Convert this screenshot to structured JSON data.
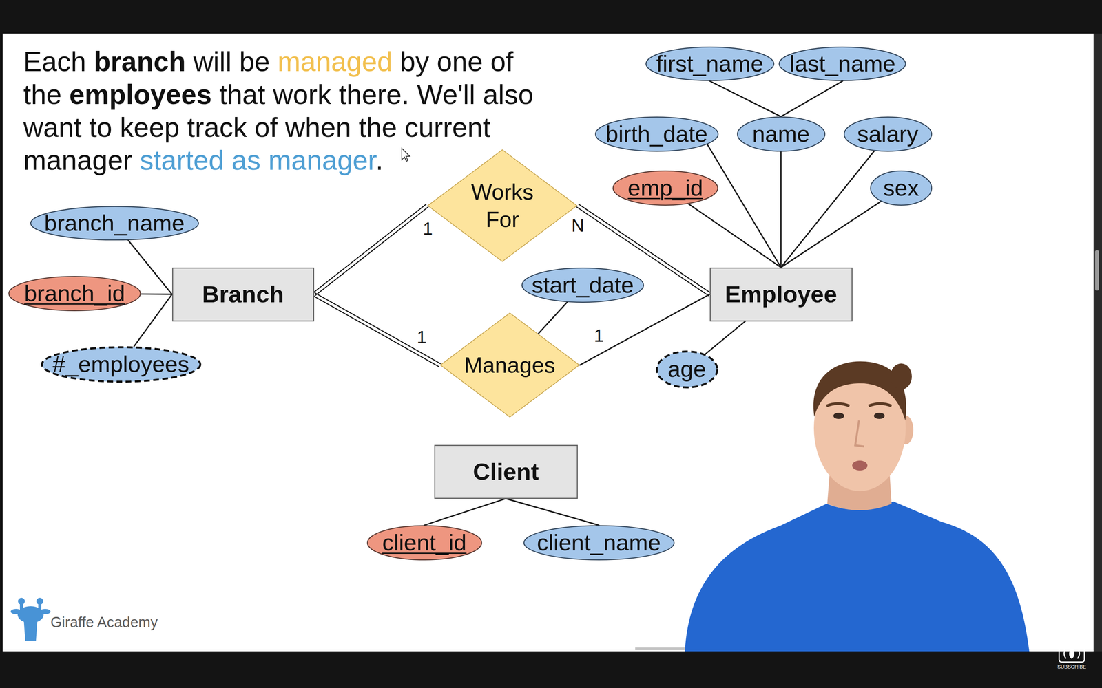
{
  "diagram": {
    "title": "Each branch will be managed by one of the employees that work there. We'll also want to keep track of when the current manager started as manager.",
    "nodes": [
      {
        "text": [
          "first_name"
        ]
      },
      {
        "text": [
          "last_name"
        ]
      },
      {
        "text": [
          "birth_date"
        ]
      },
      {
        "text": [
          "name"
        ]
      },
      {
        "text": [
          "salary"
        ]
      },
      {
        "text": [
          "emp_id"
        ]
      },
      {
        "text": [
          "sex"
        ]
      },
      {
        "text": [
          "Works For"
        ]
      },
      {
        "text": [
          "branch_name"
        ]
      },
      {
        "text": [
          "start_date"
        ]
      },
      {
        "text": [
          "branch_id"
        ]
      },
      {
        "text": [
          "Branch"
        ]
      },
      {
        "text": [
          "Employee"
        ]
      },
      {
        "text": [
          "#_employees"
        ]
      },
      {
        "text": [
          "Manages"
        ]
      },
      {
        "text": [
          "age"
        ]
      },
      {
        "text": [
          "Client"
        ]
      },
      {
        "text": [
          "client_id"
        ]
      },
      {
        "text": [
          "client_name"
        ]
      }
    ],
    "edges": [
      {
        "from": 0,
        "to": 3,
        "arrow": "none"
      },
      {
        "from": 1,
        "to": 3,
        "arrow": "none"
      },
      {
        "from": 2,
        "to": 12,
        "arrow": "none"
      },
      {
        "from": 3,
        "to": 12,
        "arrow": "none"
      },
      {
        "from": 4,
        "to": 12,
        "arrow": "none"
      },
      {
        "from": 5,
        "to": 12,
        "arrow": "none"
      },
      {
        "from": 6,
        "to": 12,
        "arrow": "none"
      },
      {
        "from": 8,
        "to": 11,
        "arrow": "none"
      },
      {
        "from": 10,
        "to": 11,
        "arrow": "none"
      },
      {
        "from": 13,
        "to": 11,
        "arrow": "none"
      },
      {
        "from": 11,
        "to": 7,
        "label": "1",
        "arrow": "none"
      },
      {
        "from": 7,
        "to": 12,
        "label": "N",
        "arrow": "none"
      },
      {
        "from": 11,
        "to": 14,
        "label": "1",
        "arrow": "none"
      },
      {
        "from": 14,
        "to": 12,
        "label": "1",
        "arrow": "none"
      },
      {
        "from": 9,
        "to": 14,
        "arrow": "none"
      },
      {
        "from": 15,
        "to": 12,
        "arrow": "none"
      },
      {
        "from": 16,
        "to": 17,
        "arrow": "none"
      },
      {
        "from": 16,
        "to": 18,
        "arrow": "none"
      }
    ],
    "labels": [
      "Giraffe Academy",
      "SUBSCRIBE"
    ]
  }
}
